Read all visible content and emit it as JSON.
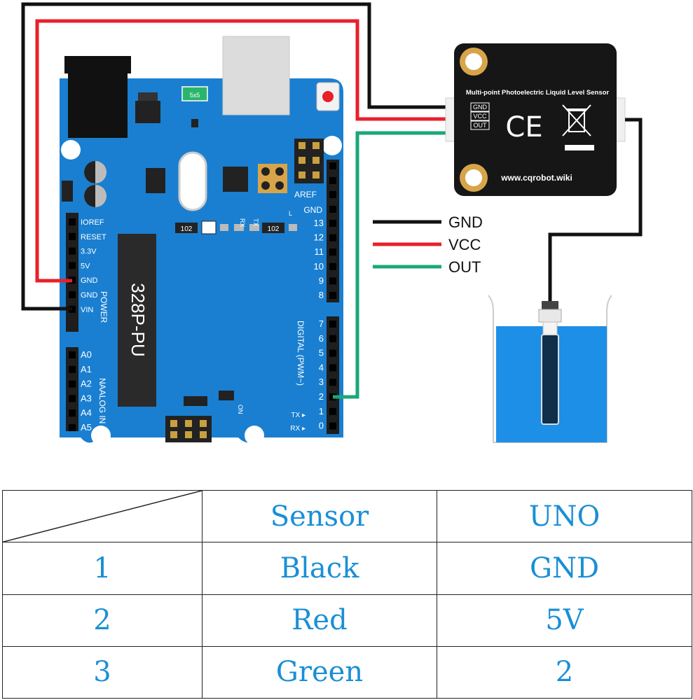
{
  "diagram": {
    "board": {
      "chip_label": "328P-PU",
      "reset_label": "5x5",
      "resistor_label": "102",
      "aref_label": "AREF",
      "gnd_top_label": "GND",
      "rx_label": "RX",
      "tx_label": "TX",
      "l_label": "L",
      "on_label": "ON",
      "power_header_label": "POWER",
      "analog_header_label": "NAALOG IN",
      "digital_header_label": "DIGITAL (PWM~)",
      "power_pins": [
        "IOREF",
        "RESET",
        "3.3V",
        "5V",
        "GND",
        "GND",
        "VIN"
      ],
      "analog_pins": [
        "A0",
        "A1",
        "A2",
        "A3",
        "A4",
        "A5"
      ],
      "digital_top_pins": [
        "13",
        "12",
        "11",
        "10",
        "9",
        "8"
      ],
      "digital_bottom_pins": [
        "7",
        "6",
        "5",
        "4",
        "3",
        "2",
        "1",
        "0"
      ],
      "tx_marker": "TX ▸",
      "rx_marker": "RX ▸"
    },
    "sensor_module": {
      "title": "Multi-point Photoelectric Liquid Level Sensor",
      "pins": [
        "GND",
        "VCC",
        "OUT"
      ],
      "ce_mark": "CE",
      "url": "www.cqrobot.wiki"
    },
    "legend": [
      {
        "label": "GND",
        "color": "#111111"
      },
      {
        "label": "VCC",
        "color": "#e8202a"
      },
      {
        "label": "OUT",
        "color": "#1aa876"
      }
    ],
    "colors": {
      "board": "#1a7fd0",
      "water": "#1e8fe6",
      "wire_black": "#111111",
      "wire_red": "#e8202a",
      "wire_green": "#1aa876"
    }
  },
  "table": {
    "headers": [
      "Sensor",
      "UNO"
    ],
    "rows": [
      {
        "index": "1",
        "sensor": "Black",
        "uno": "GND"
      },
      {
        "index": "2",
        "sensor": "Red",
        "uno": "5V"
      },
      {
        "index": "3",
        "sensor": "Green",
        "uno": "2"
      }
    ],
    "text_color": "#1a8fd6"
  }
}
